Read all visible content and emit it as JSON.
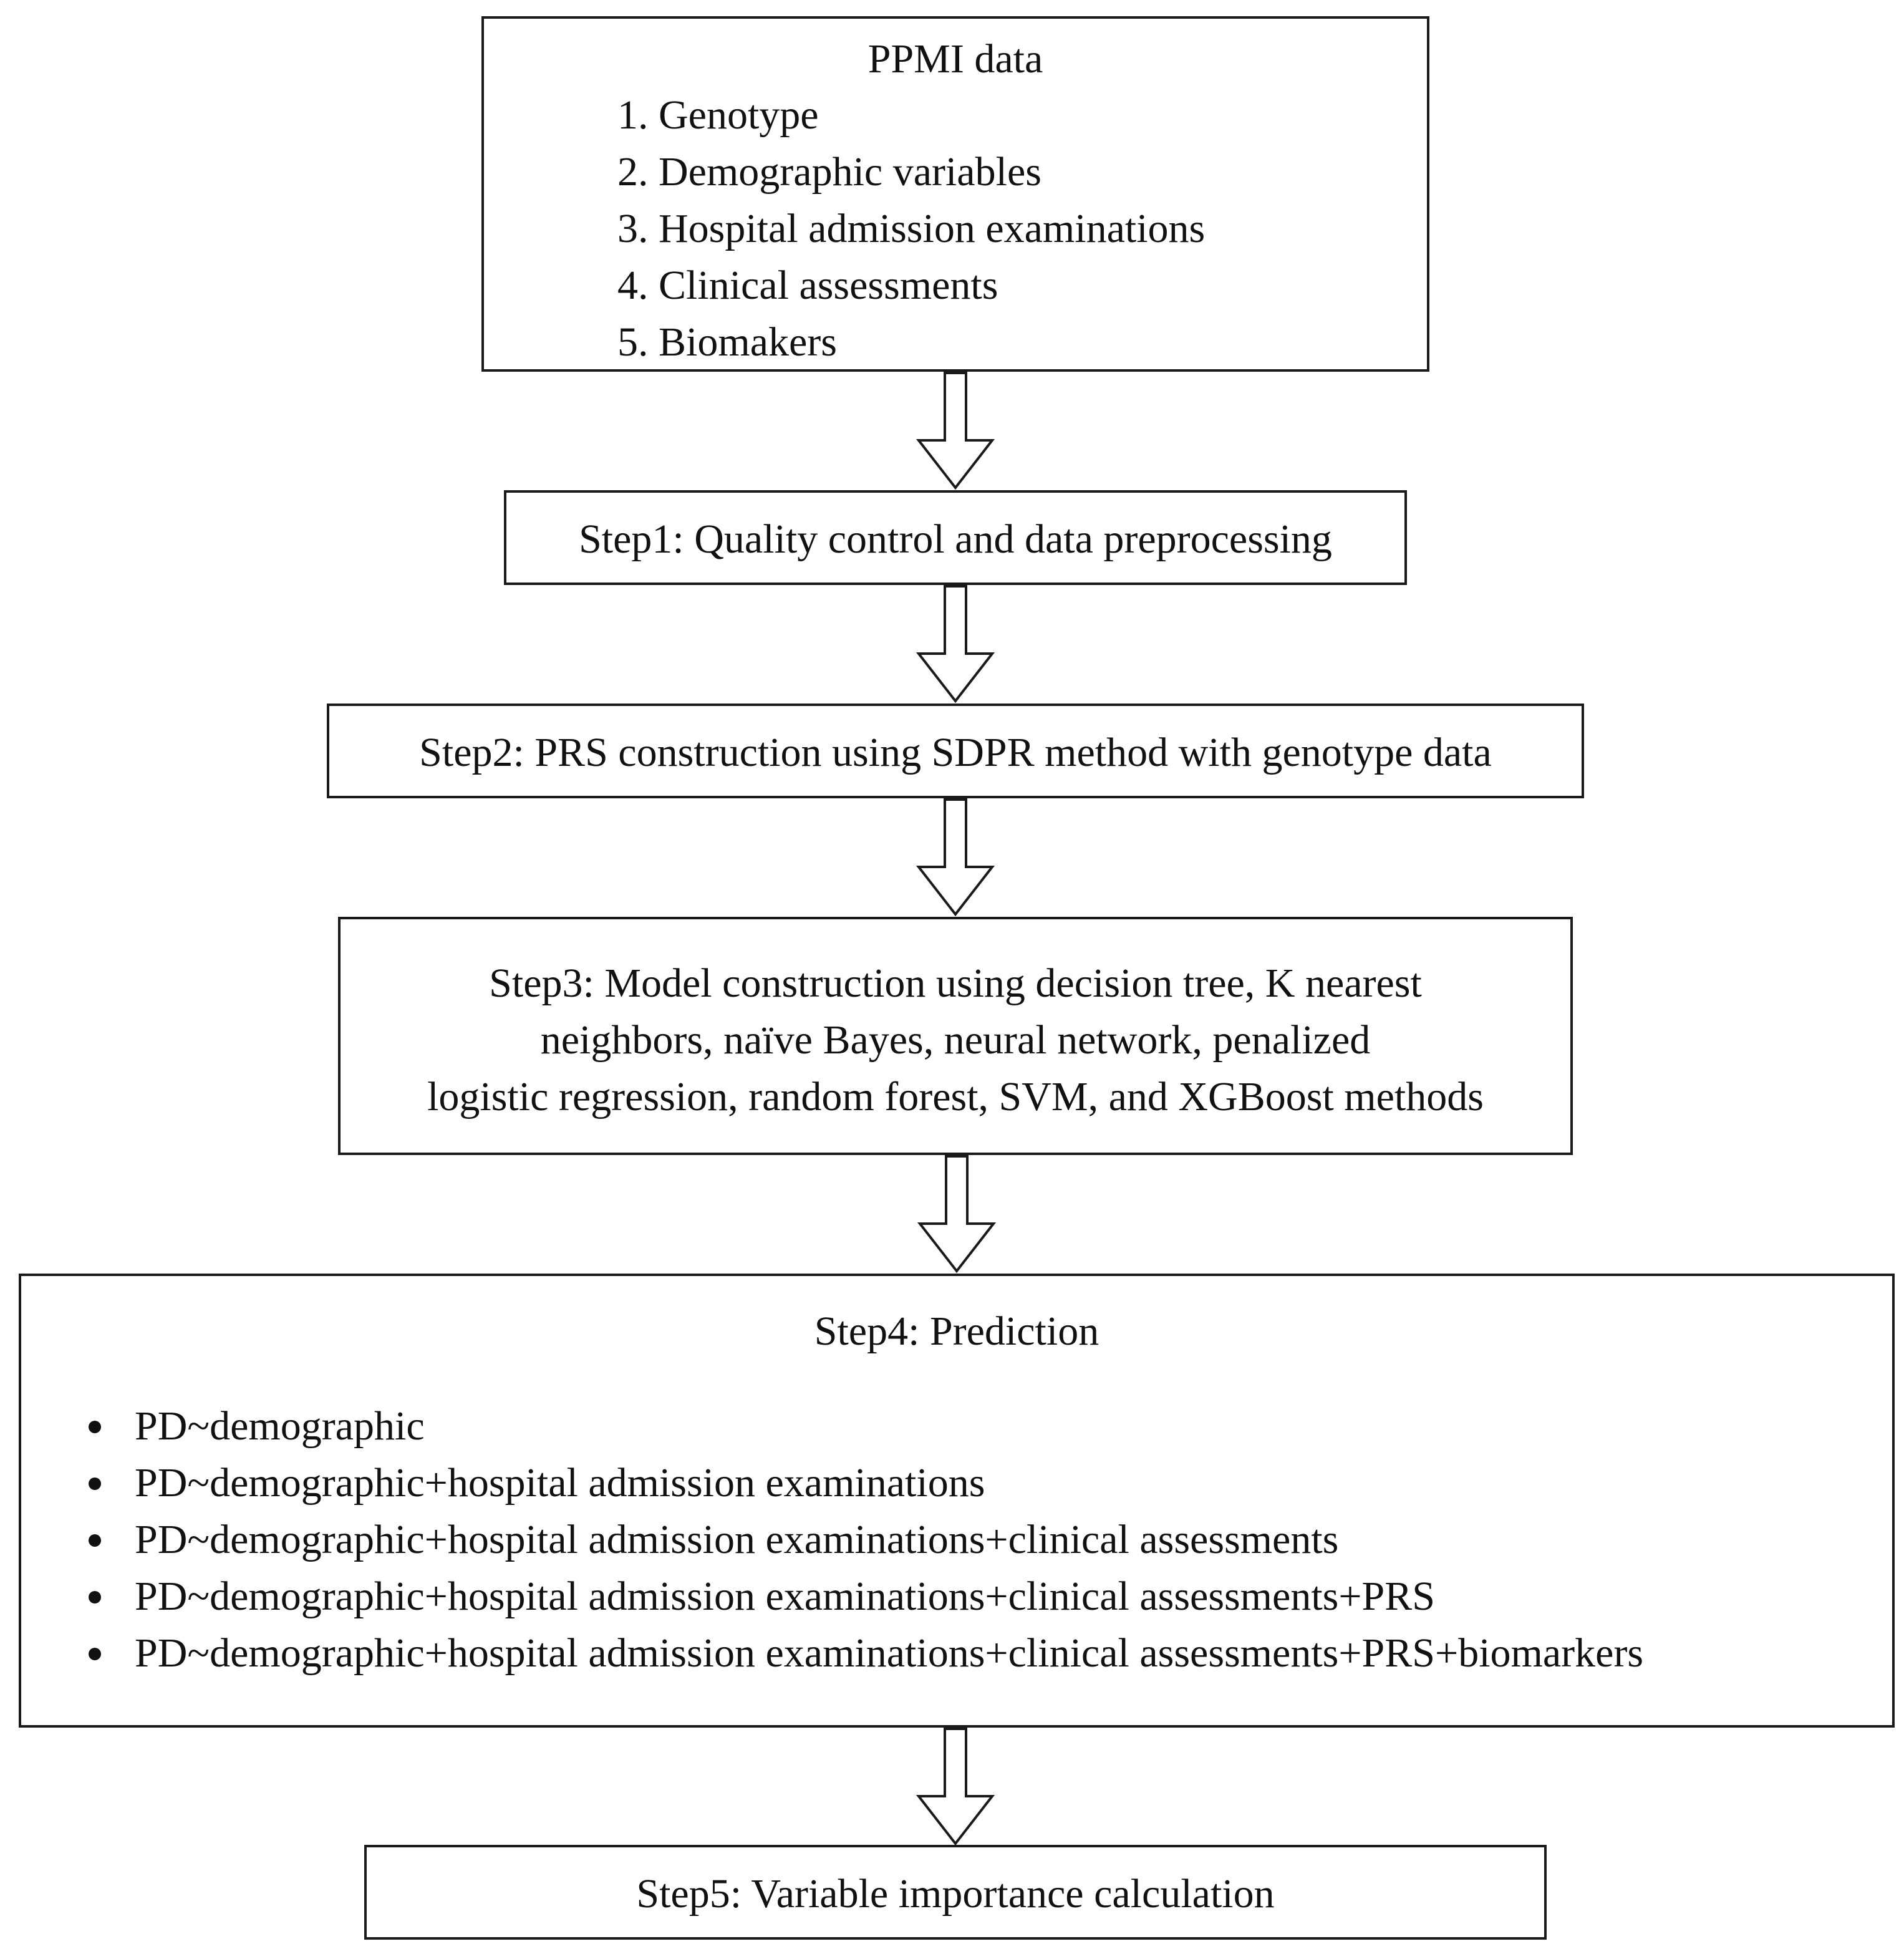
{
  "source": {
    "title": "PPMI data",
    "items": [
      "1. Genotype",
      "2. Demographic variables",
      "3. Hospital admission examinations",
      "4. Clinical assessments",
      "5. Biomakers"
    ]
  },
  "step1": {
    "text": "Step1: Quality control and data preprocessing"
  },
  "step2": {
    "text": "Step2: PRS construction using SDPR method with genotype data"
  },
  "step3": {
    "lines": [
      "Step3: Model construction using decision tree, K nearest",
      "neighbors, naïve Bayes, neural network, penalized",
      "logistic regression, random forest, SVM, and XGBoost methods"
    ]
  },
  "step4": {
    "title": "Step4: Prediction",
    "items": [
      "PD~demographic",
      "PD~demographic+hospital admission examinations",
      "PD~demographic+hospital admission examinations+clinical assessments",
      "PD~demographic+hospital admission examinations+clinical assessments+PRS",
      "PD~demographic+hospital admission examinations+clinical assessments+PRS+biomarkers"
    ]
  },
  "step5": {
    "text": "Step5: Variable importance calculation"
  }
}
